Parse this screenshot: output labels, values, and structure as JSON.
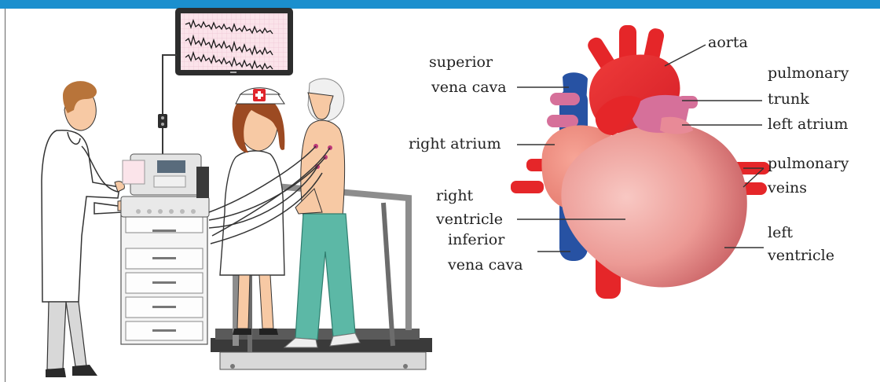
{
  "diagram": {
    "labels": {
      "superior_vena_cava": [
        "superior",
        "vena cava"
      ],
      "right_atrium": "right atrium",
      "right_ventricle": [
        "right",
        "ventricle"
      ],
      "inferior_vena_cava": [
        "inferior",
        "vena cava"
      ],
      "aorta": "aorta",
      "pulmonary_trunk": [
        "pulmonary",
        "trunk"
      ],
      "left_atrium": "left atrium",
      "pulmonary_veins": [
        "pulmonary",
        "veins"
      ],
      "left_ventricle": [
        "left",
        "ventricle"
      ]
    }
  },
  "colors": {
    "header": "#1b8fce",
    "artery_red": "#e52629",
    "vein_blue": "#2752a3",
    "atrium_salmon": "#f08c80",
    "ventricle_pink": "#f1a7a0",
    "ventricle_dark": "#c75b5f",
    "pulmonary_pink": "#d6709a"
  }
}
